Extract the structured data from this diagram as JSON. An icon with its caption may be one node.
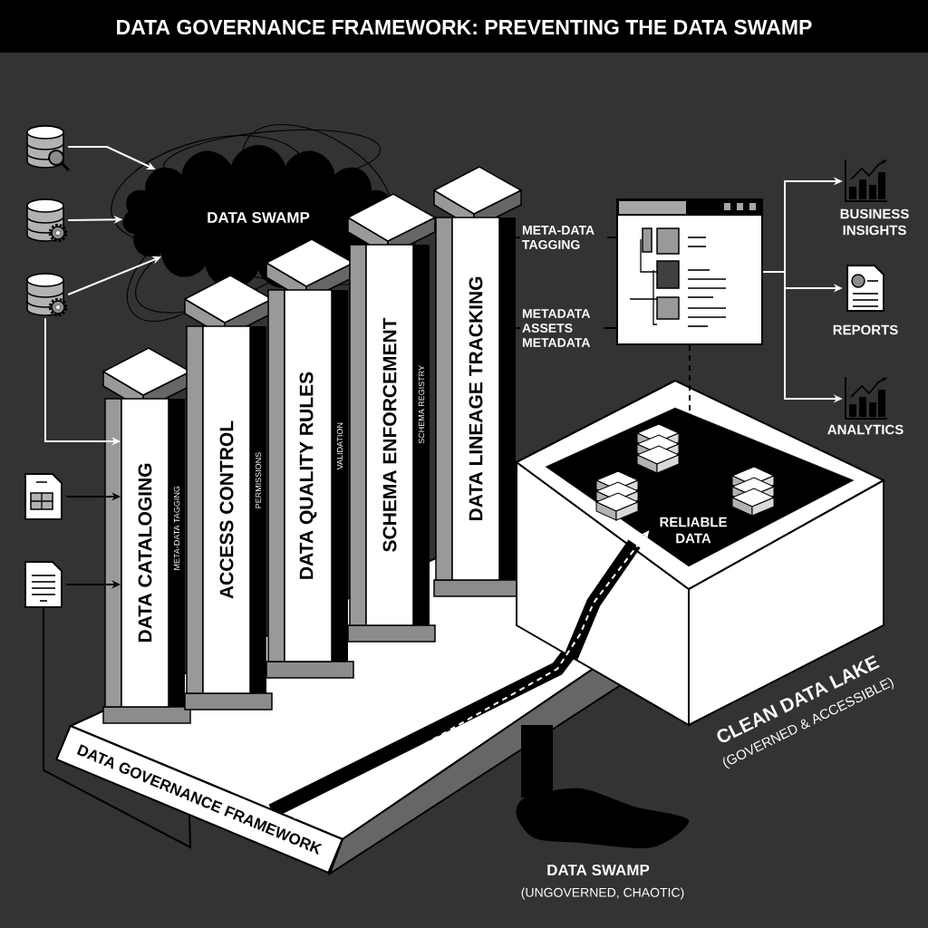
{
  "diagram": {
    "title": "DATA GOVERNANCE FRAMEWORK: PREVENTING THE DATA SWAMP",
    "nodes": [
      {
        "text": [],
        "shape": "cylinder"
      },
      {
        "text": [],
        "shape": "cylinder"
      },
      {
        "text": [],
        "shape": "cylinder"
      },
      {
        "text": [],
        "shape": "picture"
      },
      {
        "text": [],
        "shape": "picture"
      },
      {
        "text": [
          "DATA SWAMP"
        ]
      },
      {
        "text": [
          "DATA GOVERNANCE FRAMEWORK"
        ]
      },
      {
        "text": [
          "DATA CATALOGING",
          "META-DATA TAGGING"
        ]
      },
      {
        "text": [
          "ACCESS CONTROL",
          "PERMISSIONS"
        ]
      },
      {
        "text": [
          "DATA QUALITY RULES",
          "VALIDATION"
        ]
      },
      {
        "text": [
          "SCHEMA ENFORCEMENT",
          "SCHEMA REGISTRY"
        ]
      },
      {
        "text": [
          "DATA LINEAGE TRACKING"
        ]
      },
      {
        "text": [],
        "shape": "picture"
      },
      {
        "text": [
          "RELIABLE DATA"
        ],
        "beside": [
          "CLEAN DATA LAKE",
          "(GOVERNED & ACCESSIBLE)"
        ]
      },
      {
        "text": [],
        "shape": "picture",
        "beside": [
          "BUSINESS INSIGHTS"
        ]
      },
      {
        "text": [],
        "shape": "picture",
        "beside": [
          "REPORTS"
        ]
      },
      {
        "text": [],
        "shape": "picture",
        "beside": [
          "ANALYTICS"
        ]
      },
      {
        "text": [
          "META-DATA TAGGING"
        ]
      },
      {
        "text": [
          "METADATA ASSETS METADATA"
        ]
      }
    ],
    "edges": [
      {
        "from": 0,
        "to": 5,
        "arrow": "to",
        "color": "#ffffff"
      },
      {
        "from": 1,
        "to": 5,
        "arrow": "to",
        "color": "#ffffff"
      },
      {
        "from": 2,
        "to": 5,
        "arrow": "to",
        "color": "#ffffff"
      },
      {
        "from": 2,
        "to": 7,
        "arrow": "to",
        "color": "#ffffff"
      },
      {
        "from": 3,
        "to": 7,
        "arrow": "to",
        "color": "#000000"
      },
      {
        "from": 4,
        "to": 7,
        "arrow": "to",
        "color": "#000000"
      },
      {
        "from": 4,
        "to": 6,
        "arrow": "none",
        "color": "#000000"
      },
      {
        "from": 11,
        "to": 17,
        "arrow": "none",
        "color": "#000000"
      },
      {
        "from": 17,
        "to": 12,
        "arrow": "none",
        "color": "#000000"
      },
      {
        "from": 11,
        "to": 18,
        "arrow": "none",
        "color": "#000000"
      },
      {
        "from": 18,
        "to": 12,
        "arrow": "none",
        "color": "#000000"
      },
      {
        "from": 12,
        "to": 13,
        "arrow": "none",
        "style": "dashed",
        "color": "#000000"
      },
      {
        "from": 12,
        "to": 14,
        "arrow": "to",
        "color": "#ffffff"
      },
      {
        "from": 12,
        "to": 15,
        "arrow": "to",
        "color": "#ffffff"
      },
      {
        "from": 12,
        "to": 16,
        "arrow": "to",
        "color": "#ffffff"
      },
      {
        "from": 6,
        "to": 13,
        "arrow": "to",
        "style": "dashed",
        "color": "#ffffff"
      }
    ],
    "labels": [
      "DATA SWAMP",
      "(UNGOVERNED, CHAOTIC)"
    ]
  }
}
